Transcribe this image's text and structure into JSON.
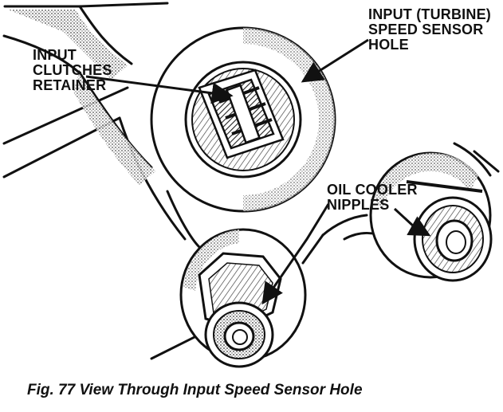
{
  "figure": {
    "callouts": {
      "speed_sensor_hole": [
        "INPUT (TURBINE)",
        "SPEED SENSOR",
        "HOLE"
      ],
      "input_clutches_retainer": [
        "INPUT",
        "CLUTCHES",
        "RETAINER"
      ],
      "oil_cooler_nipples": [
        "OIL COOLER",
        "NIPPLES"
      ]
    },
    "caption": "Fig. 77 View Through Input Speed Sensor Hole"
  },
  "colors": {
    "ink": "#111111",
    "shade": "#8a8a8a",
    "paper": "#ffffff"
  }
}
